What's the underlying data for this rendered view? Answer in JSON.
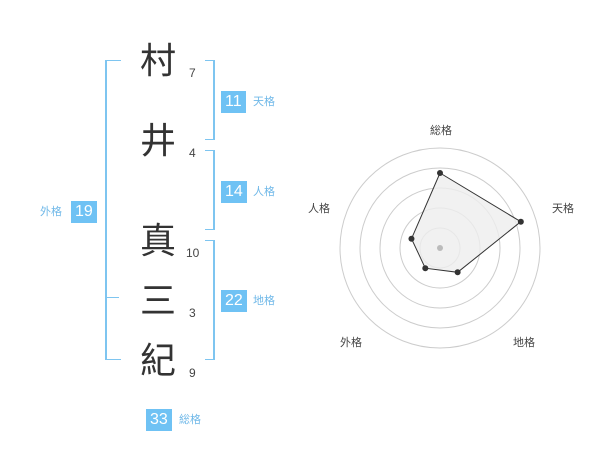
{
  "characters": [
    {
      "char": "村",
      "strokes": "7"
    },
    {
      "char": "井",
      "strokes": "4"
    },
    {
      "char": "真",
      "strokes": "10"
    },
    {
      "char": "三",
      "strokes": "3"
    },
    {
      "char": "紀",
      "strokes": "9"
    }
  ],
  "fortunes": {
    "tenkaku": {
      "value": "11",
      "label": "天格"
    },
    "jinkaku": {
      "value": "14",
      "label": "人格"
    },
    "chikaku": {
      "value": "22",
      "label": "地格"
    },
    "gaikaku": {
      "value": "19",
      "label": "外格"
    },
    "soukaku": {
      "value": "33",
      "label": "総格"
    }
  },
  "radar": {
    "axes": [
      "総格",
      "天格",
      "地格",
      "外格",
      "人格"
    ],
    "values": [
      0.75,
      0.85,
      0.3,
      0.25,
      0.3
    ],
    "ring_count": 5,
    "line_color": "#333333",
    "fill_color": "#eeeeee",
    "ring_color": "#cccccc"
  },
  "colors": {
    "accent": "#6fc2f4"
  }
}
